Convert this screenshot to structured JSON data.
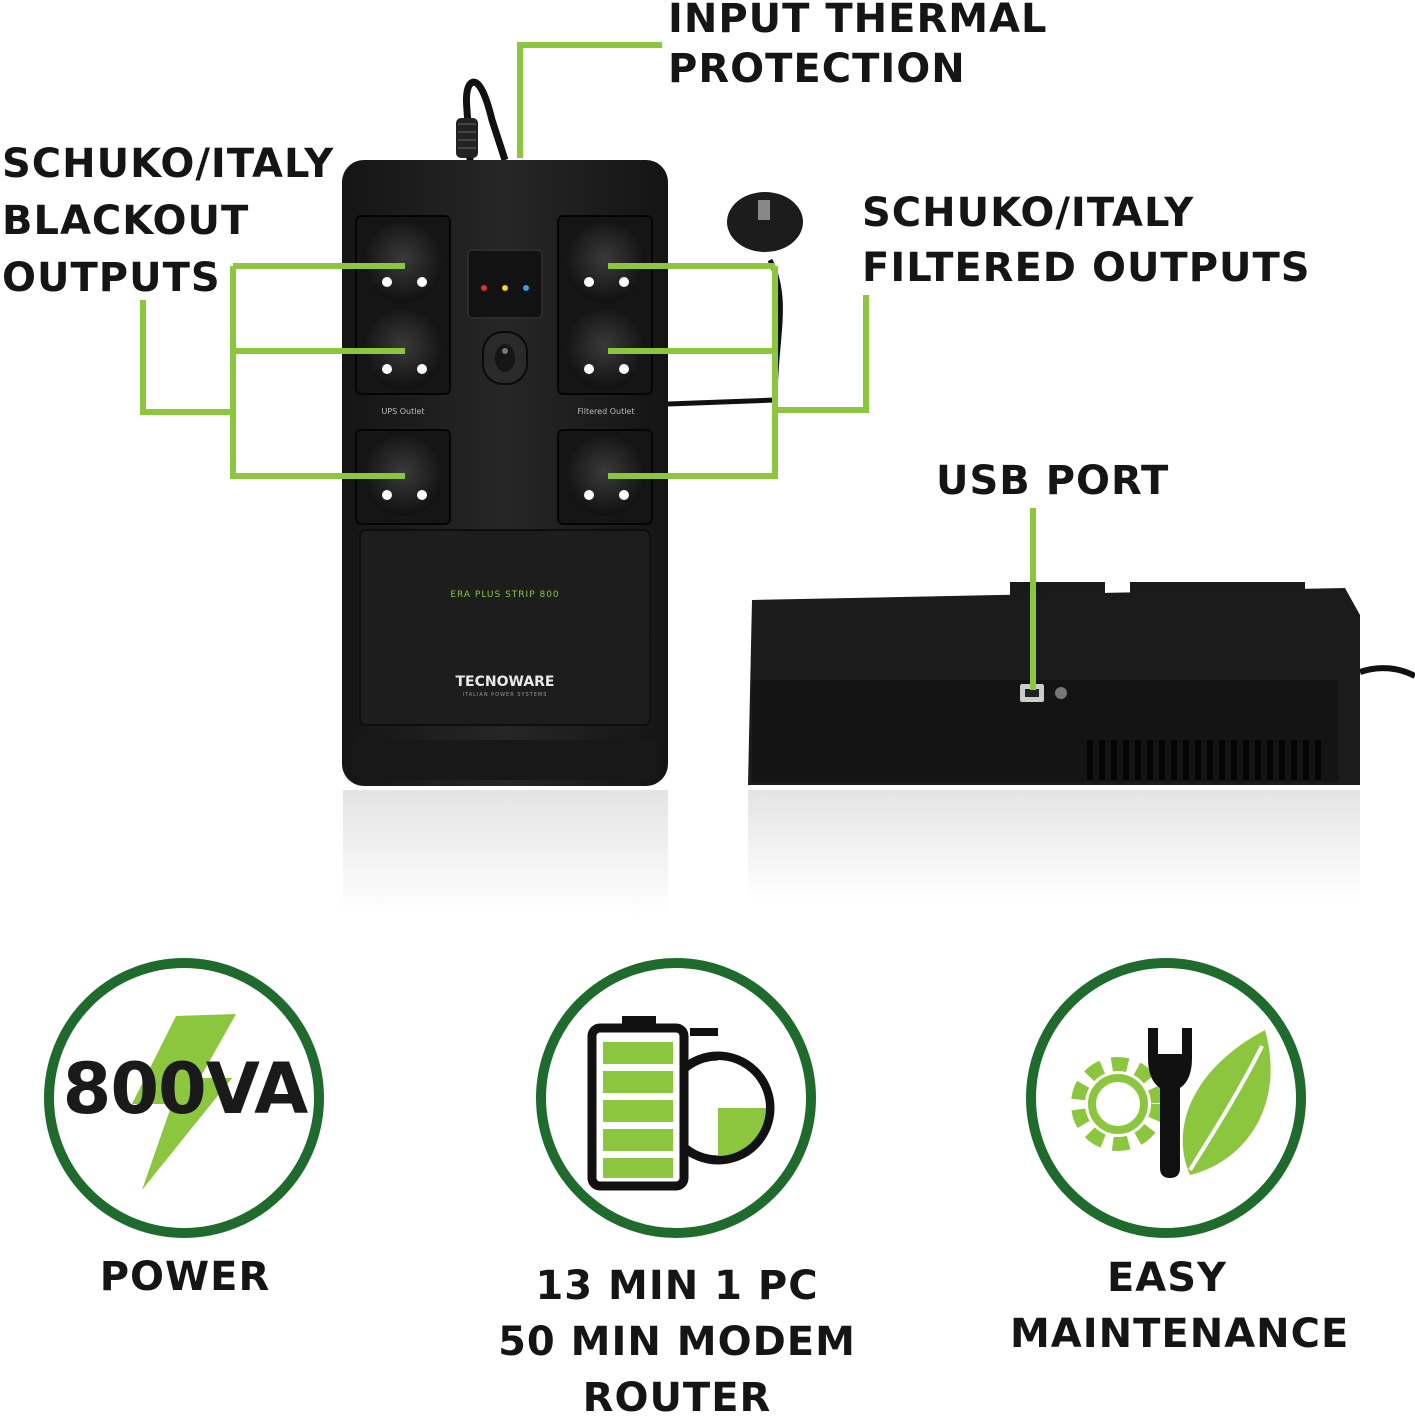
{
  "callouts": {
    "input_thermal": [
      "INPUT THERMAL",
      "PROTECTION"
    ],
    "blackout": [
      "SCHUKO/ITALY",
      "BLACKOUT",
      "OUTPUTS"
    ],
    "filtered": [
      "SCHUKO/ITALY",
      "FILTERED OUTPUTS"
    ],
    "usb": "USB PORT"
  },
  "device": {
    "model": "ERA PLUS STRIP 800",
    "brand": "TECNOWARE",
    "brand_tagline": "ITALIAN POWER SYSTEMS",
    "ups_outlet": "UPS Outlet",
    "filtered_outlet": "Filtered Outlet"
  },
  "features": {
    "power": {
      "value": "800VA",
      "label": "POWER"
    },
    "runtime": {
      "lines": [
        "13 MIN 1 PC",
        "50 MIN MODEM ROUTER"
      ]
    },
    "maintenance": {
      "lines": [
        "EASY",
        "MAINTENANCE"
      ]
    }
  },
  "colors": {
    "accent_green": "#8cc63f",
    "ring_green": "#1f6b2d",
    "device_black": "#1b1b1b"
  },
  "icons": [
    "lightning-icon",
    "battery-timer-icon",
    "gear-wrench-leaf-icon"
  ]
}
